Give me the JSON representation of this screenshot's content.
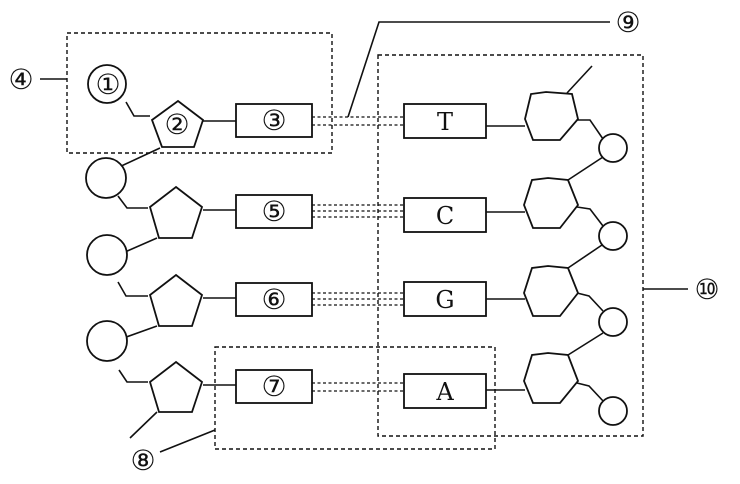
{
  "labels": {
    "l1": "①",
    "l2": "②",
    "l3": "③",
    "l4": "④",
    "l5": "⑤",
    "l6": "⑥",
    "l7": "⑦",
    "l8": "⑧",
    "l9": "⑨",
    "l10": "⑩"
  },
  "bases": {
    "b1": "T",
    "b2": "C",
    "b3": "G",
    "b4": "A"
  }
}
